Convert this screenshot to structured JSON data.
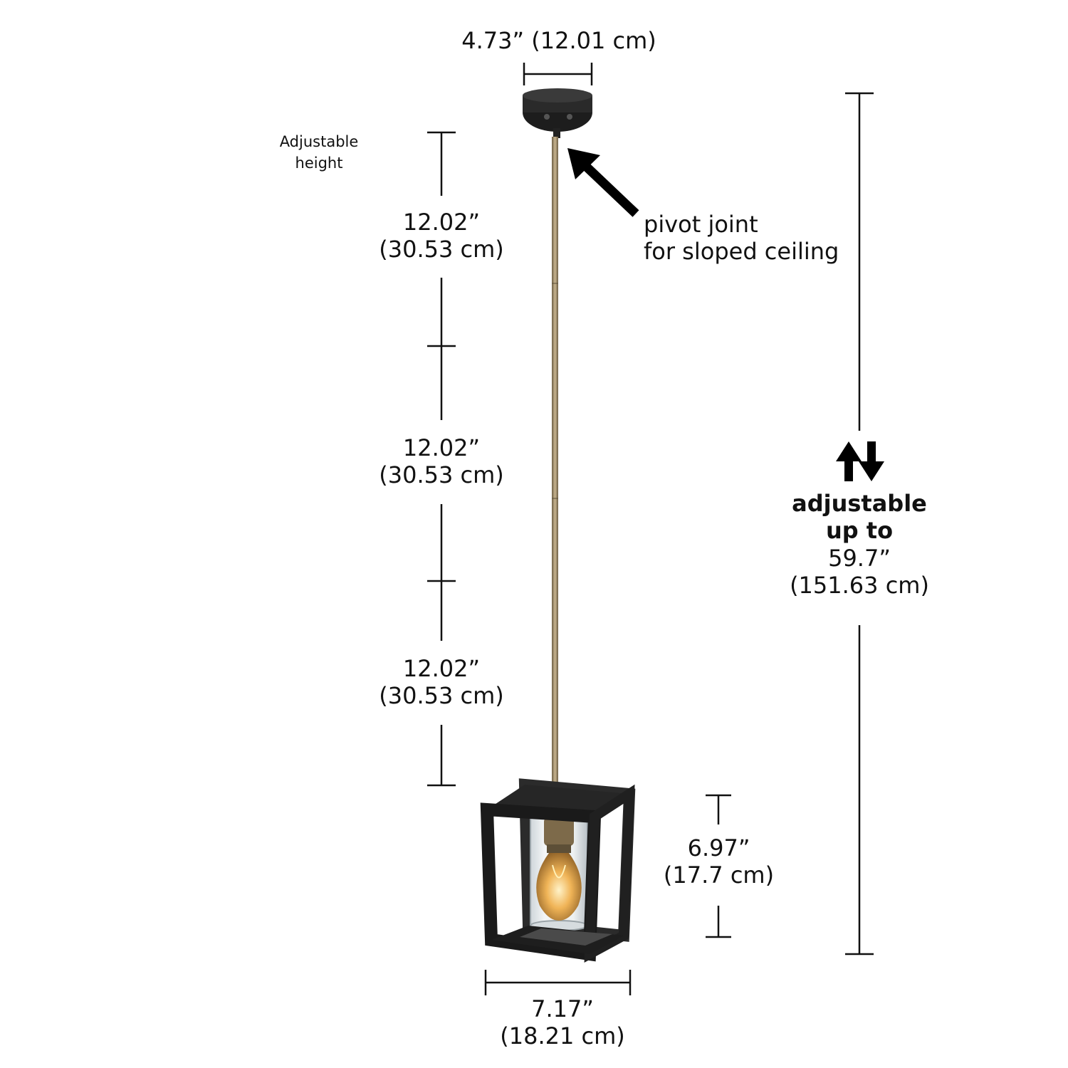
{
  "labels": {
    "canopy_width": "4.73” (12.01 cm)",
    "adjustable_height_line1": "Adjustable",
    "adjustable_height_line2": "height",
    "segment_1_in": "12.02”",
    "segment_1_cm": "(30.53 cm)",
    "segment_2_in": "12.02”",
    "segment_2_cm": "(30.53 cm)",
    "segment_3_in": "12.02”",
    "segment_3_cm": "(30.53 cm)",
    "pivot_line1": "pivot joint",
    "pivot_line2": "for sloped ceiling",
    "adjustable_line1": "adjustable",
    "adjustable_line2": "up to",
    "adjustable_in": "59.7”",
    "adjustable_cm": "(151.63 cm)",
    "shade_height_in": "6.97”",
    "shade_height_cm": "(17.7 cm)",
    "shade_width_in": "7.17”",
    "shade_width_cm": "(18.21 cm)"
  },
  "colors": {
    "line": "#111111",
    "frame": "#1f1f1f",
    "rod": "#9a8868",
    "bulb": "#e8a84a"
  },
  "icons": {
    "pivot_arrow": "arrow-up-left-icon",
    "adjust_arrows": "up-down-arrows-icon",
    "bulb": "edison-bulb-icon"
  }
}
